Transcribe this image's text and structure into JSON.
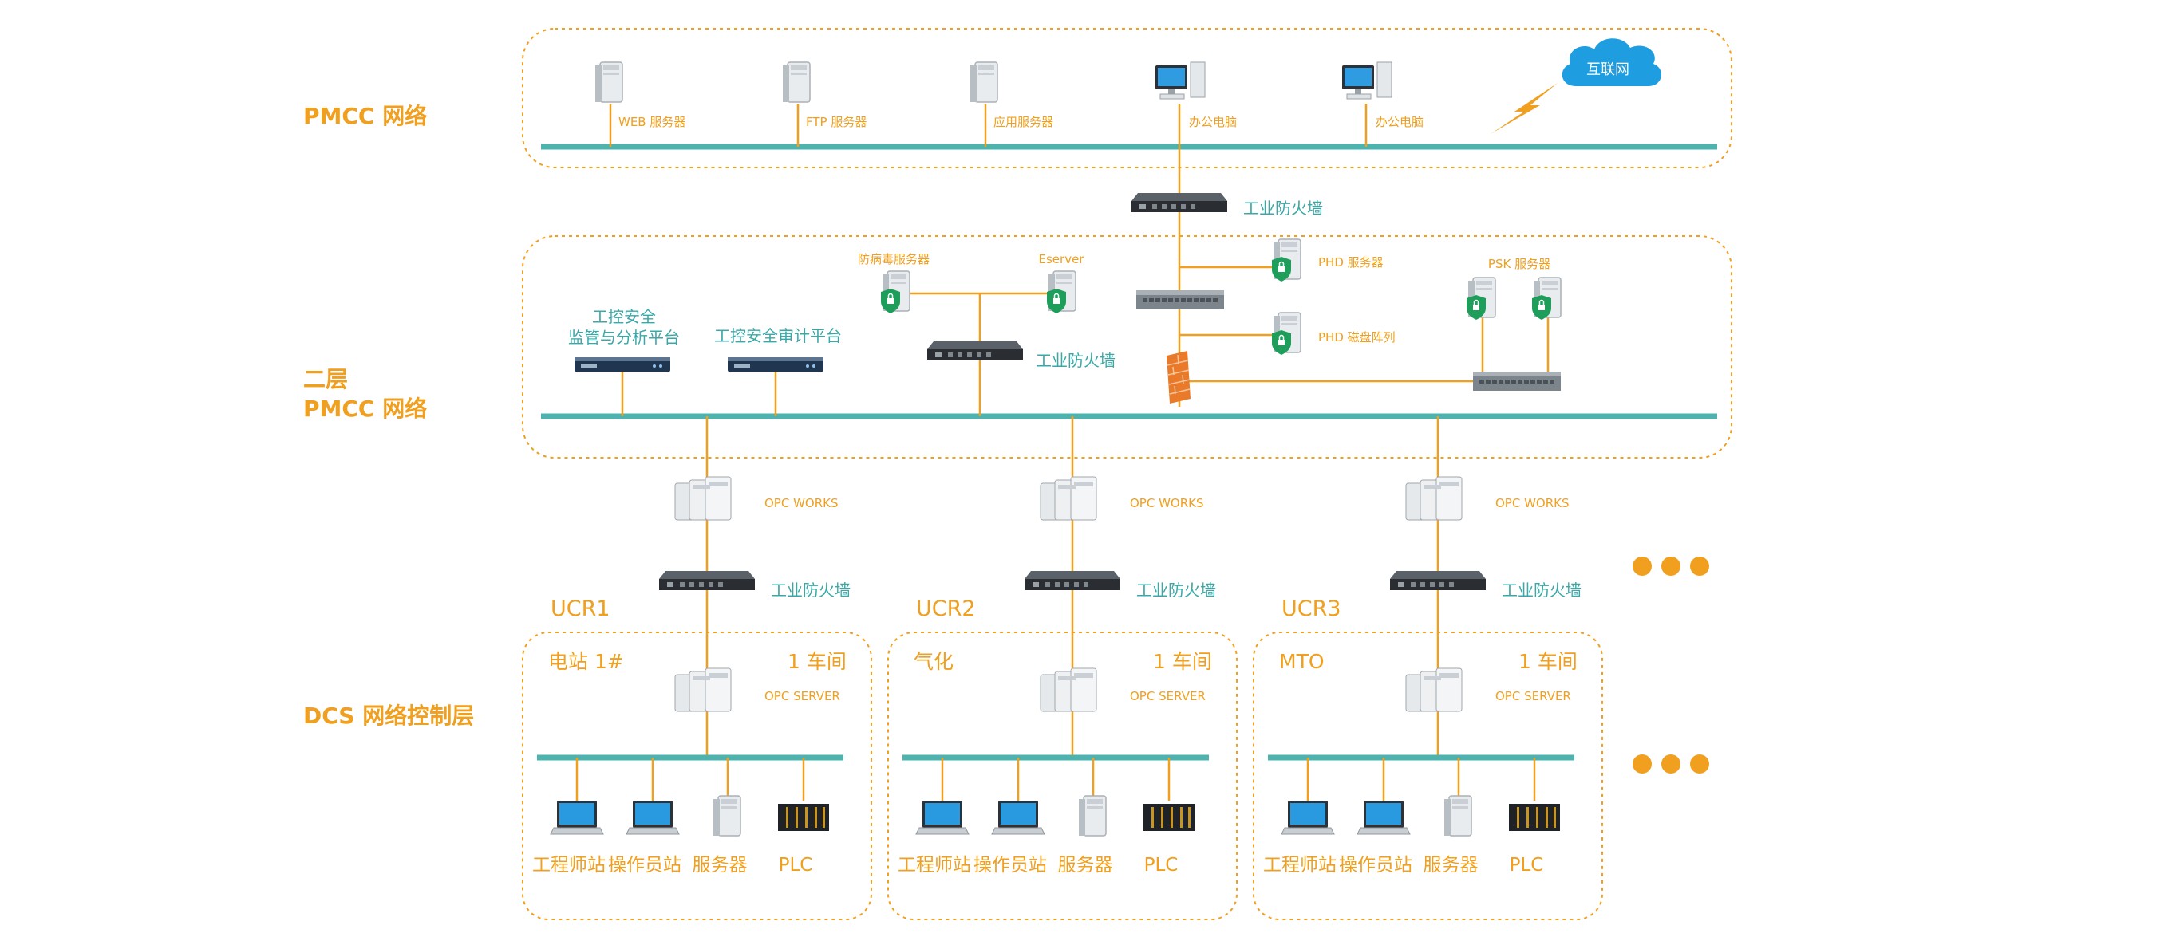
{
  "colors": {
    "accent": "#F0A01E",
    "bus": "#4DB3AE",
    "teal_text": "#3BA8A8",
    "cloud": "#1E9EE0"
  },
  "sections": {
    "pmcc": "PMCC 网络",
    "layer2_line1": "二层",
    "layer2_line2": "PMCC 网络",
    "dcs": "DCS 网络控制层"
  },
  "top": {
    "servers": [
      {
        "label": "WEB 服务器",
        "icon": "tower-server-icon"
      },
      {
        "label": "FTP 服务器",
        "icon": "tower-server-icon"
      },
      {
        "label": "应用服务器",
        "icon": "tower-server-icon"
      },
      {
        "label": "办公电脑",
        "icon": "desktop-pc-icon"
      },
      {
        "label": "办公电脑",
        "icon": "desktop-pc-icon"
      }
    ],
    "internet": "互联网",
    "firewall": "工业防火墙"
  },
  "layer2": {
    "platform1_line1": "工控安全",
    "platform1_line2": "监管与分析平台",
    "platform2": "工控安全审计平台",
    "antivirus": "防病毒服务器",
    "eserver": "Eserver",
    "firewall": "工业防火墙",
    "phd_server": "PHD 服务器",
    "phd_disk": "PHD 磁盘阵列",
    "psk_server": "PSK 服务器"
  },
  "ucr": [
    {
      "title": "UCR1",
      "zone": "电站 1#",
      "workshop": "1 车间",
      "opc_works": "OPC WORKS",
      "firewall": "工业防火墙",
      "opc_server": "OPC SERVER",
      "devices": [
        "工程师站",
        "操作员站",
        "服务器",
        "PLC"
      ]
    },
    {
      "title": "UCR2",
      "zone": "气化",
      "workshop": "1 车间",
      "opc_works": "OPC WORKS",
      "firewall": "工业防火墙",
      "opc_server": "OPC SERVER",
      "devices": [
        "工程师站",
        "操作员站",
        "服务器",
        "PLC"
      ]
    },
    {
      "title": "UCR3",
      "zone": "MTO",
      "workshop": "1 车间",
      "opc_works": "OPC WORKS",
      "firewall": "工业防火墙",
      "opc_server": "OPC SERVER",
      "devices": [
        "工程师站",
        "操作员站",
        "服务器",
        "PLC"
      ]
    }
  ]
}
